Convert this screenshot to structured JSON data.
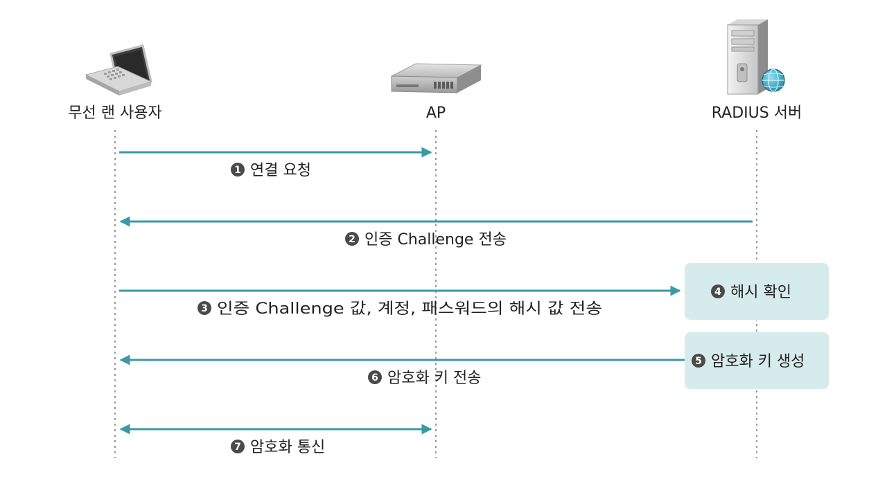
{
  "actors": [
    {
      "id": "user",
      "label": "무선 랜 사용자",
      "icon": "laptop-icon"
    },
    {
      "id": "ap",
      "label": "AP",
      "icon": "access-point-icon"
    },
    {
      "id": "radius",
      "label": "RADIUS 서버",
      "icon": "server-icon"
    }
  ],
  "messages": [
    {
      "step": "1",
      "text": "연결 요청",
      "from": "user",
      "to": "ap",
      "direction": "right"
    },
    {
      "step": "2",
      "text": "인증 Challenge 전송",
      "from": "radius",
      "to": "user",
      "direction": "left"
    },
    {
      "step": "3",
      "text": "인증 Challenge 값, 계정, 패스워드의 해시 값 전송",
      "from": "user",
      "to": "radius",
      "direction": "right"
    },
    {
      "step": "6",
      "text": "암호화 키 전송",
      "from": "radius",
      "to": "user",
      "direction": "left"
    },
    {
      "step": "7",
      "text": "암호화 통신",
      "from": "user",
      "to": "ap",
      "direction": "both"
    }
  ],
  "notes": [
    {
      "step": "4",
      "text": "해시 확인"
    },
    {
      "step": "5",
      "text": "암호화 키 생성"
    }
  ],
  "colors": {
    "arrow": "#3a9aa3",
    "badge": "#4a4a4a",
    "note_bg": "#d6ebeb",
    "lifeline": "#9a9a9a"
  }
}
